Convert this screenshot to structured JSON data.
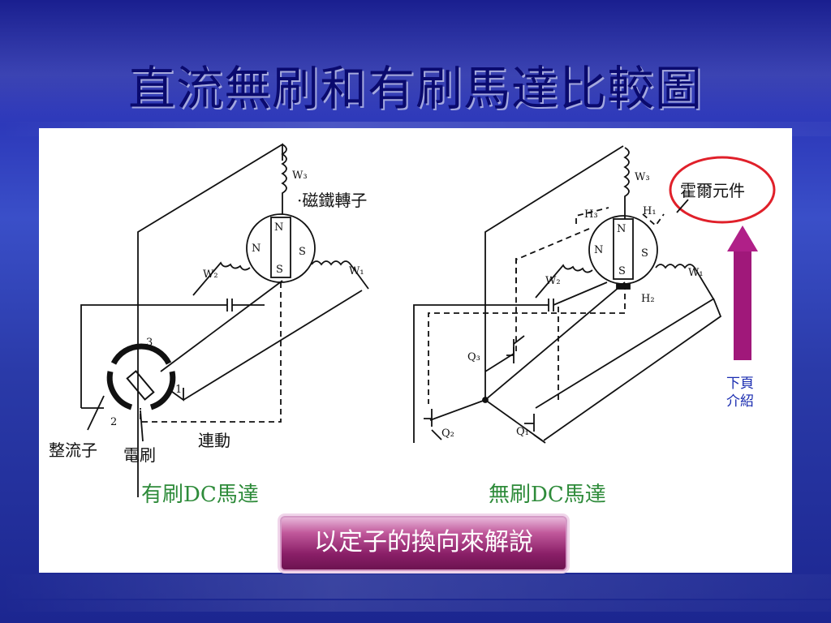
{
  "slide": {
    "title": "直流無刷和有刷馬達比較圖",
    "next_page_line1": "下頁",
    "next_page_line2": "介紹",
    "bottom_button": "以定子的換向來解說"
  },
  "brushed": {
    "caption": "有刷DC馬達",
    "label_w3": "W₃",
    "label_w2": "W₂",
    "label_w1": "W₁",
    "label_rotor": "·磁鐵轉子",
    "label_n1": "N",
    "label_n2": "N",
    "label_s1": "S",
    "label_s2": "S",
    "label_3": "3",
    "label_2": "2",
    "label_1": "1",
    "label_commutator": "整流子",
    "label_brush": "電刷",
    "label_linked": "連動"
  },
  "brushless": {
    "caption": "無刷DC馬達",
    "label_w3": "W₃",
    "label_w2": "W₂",
    "label_w1": "W₁",
    "label_h1": "H₁",
    "label_h2": "H₂",
    "label_h3": "H₃",
    "label_n1": "N",
    "label_n2": "N",
    "label_s1": "S",
    "label_s2": "S",
    "label_q1": "Q₁",
    "label_q2": "Q₂",
    "label_q3": "Q₃",
    "label_hall": "霍爾元件"
  },
  "colors": {
    "title": "#0a0a6e",
    "caption_green": "#2e8b3a",
    "highlight_red": "#e0202a",
    "arrow_purple": "#a0187a",
    "button": "#8a1f68"
  }
}
